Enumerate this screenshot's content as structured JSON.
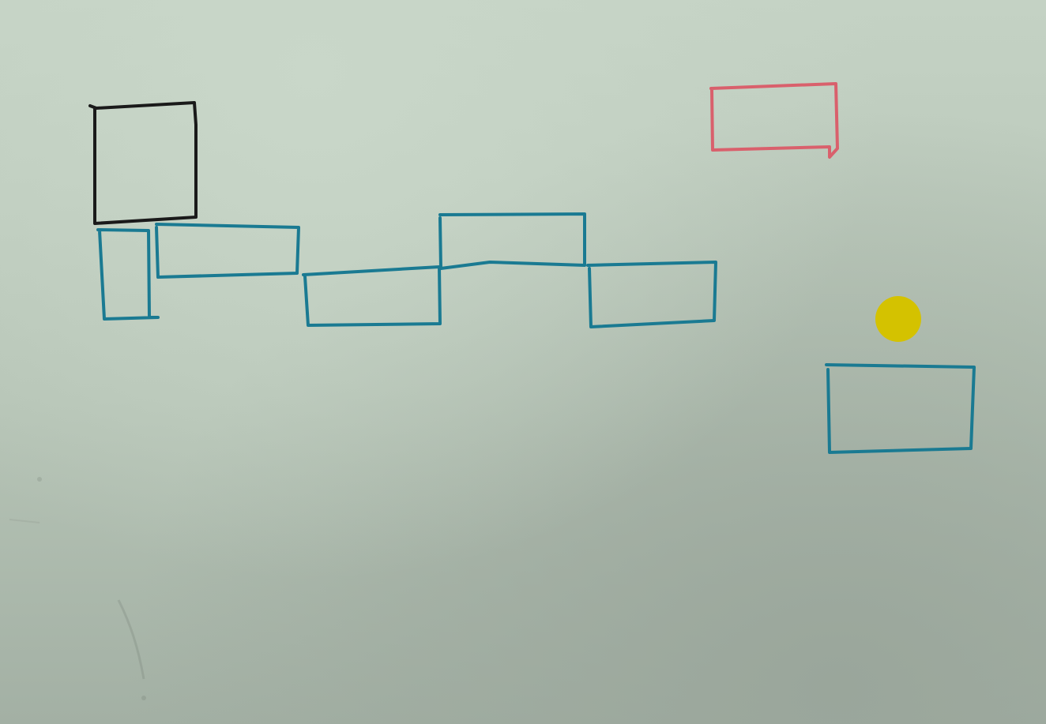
{
  "scene": {
    "kind": "hand-drawn platformer level sketch",
    "colors": {
      "paper": "#bccabc",
      "player_outline": "#1a1a1a",
      "platform_outline": "#1a7a92",
      "goal_outline": "#d9606c",
      "coin_fill": "#d4c200"
    },
    "objects": {
      "player": {
        "role": "player-block",
        "color_name": "black"
      },
      "platforms": [
        {
          "role": "platform",
          "color_name": "teal"
        },
        {
          "role": "platform",
          "color_name": "teal"
        },
        {
          "role": "platform",
          "color_name": "teal"
        },
        {
          "role": "platform",
          "color_name": "teal"
        },
        {
          "role": "platform",
          "color_name": "teal"
        },
        {
          "role": "platform",
          "color_name": "teal"
        },
        {
          "role": "platform",
          "color_name": "teal"
        }
      ],
      "goal": {
        "role": "goal-block",
        "color_name": "red"
      },
      "coin": {
        "role": "collectible",
        "color_name": "yellow"
      }
    }
  }
}
